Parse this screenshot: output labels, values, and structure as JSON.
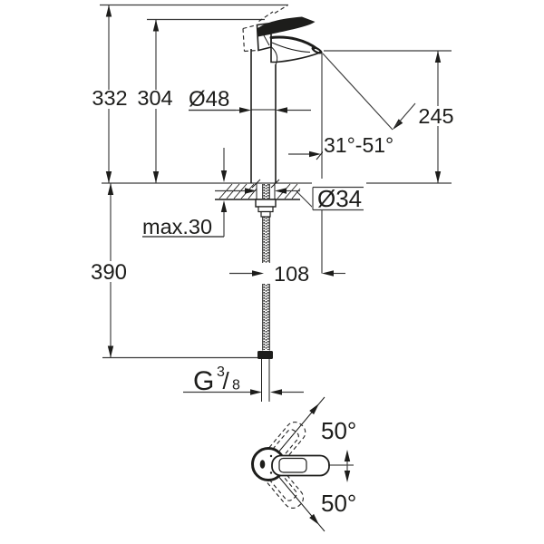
{
  "drawing": {
    "colors": {
      "background": "#ffffff",
      "line": "#1d1d1b",
      "dimension_line": "#3c3c3c"
    },
    "labels": {
      "overall_height": "332",
      "height_to_lever": "304",
      "body_diameter": "Ø48",
      "outlet_height": "245",
      "spout_angle_range": "31°-51°",
      "hole_diameter": "Ø34",
      "max_mounting_thickness": "max.30",
      "hose_clearance": "390",
      "spout_reach": "108",
      "thread_prefix": "G",
      "thread_numerator": "3",
      "thread_slash": "/",
      "thread_denominator": "8",
      "handle_swivel_upper": "50°",
      "handle_swivel_lower": "50°"
    }
  }
}
